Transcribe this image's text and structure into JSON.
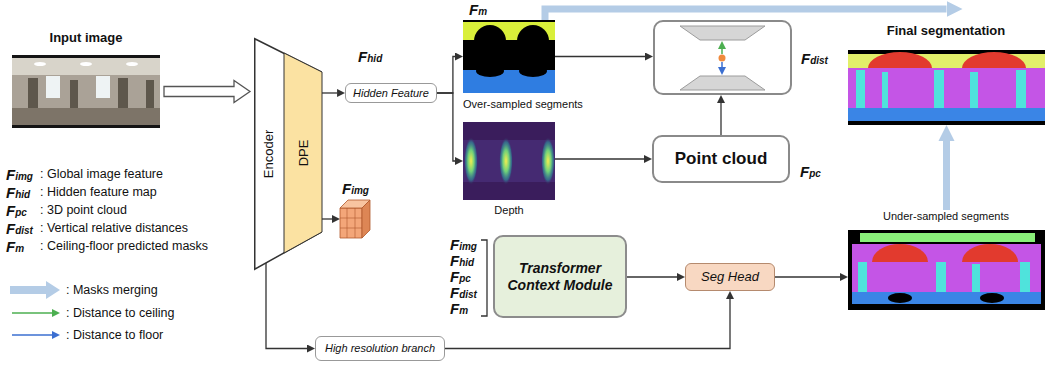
{
  "diagram": {
    "nodes": [
      {
        "text": [
          "Input image"
        ]
      },
      {
        "text": [
          "Encoder"
        ]
      },
      {
        "text": [
          "DPE"
        ],
        "in": 1
      },
      {
        "text": [
          "Fhid",
          "Hidden Feature"
        ]
      },
      {
        "text": [
          "Fimg"
        ]
      },
      {
        "text": [
          "Fm",
          "Over-sampled segments"
        ]
      },
      {
        "text": [
          "Depth"
        ]
      },
      {
        "text": [
          "Fdist"
        ]
      },
      {
        "text": [
          "Point cloud",
          "Fpc"
        ]
      },
      {
        "text": [
          "Final segmentation"
        ]
      },
      {
        "text": [
          "Transformer Context Module"
        ]
      },
      {
        "text": [
          "Seg Head"
        ]
      },
      {
        "text": [
          "Under-sampled segments"
        ]
      },
      {
        "text": [
          "High resolution branch"
        ]
      }
    ],
    "edges": [
      {
        "from": 0,
        "to": 1,
        "arrow": "to"
      },
      {
        "from": 1,
        "to": 3,
        "arrow": "to"
      },
      {
        "from": 1,
        "to": 4,
        "arrow": "to"
      },
      {
        "from": 3,
        "to": 5,
        "arrow": "to"
      },
      {
        "from": 3,
        "to": 6,
        "arrow": "to"
      },
      {
        "from": 5,
        "to": 7,
        "arrow": "to"
      },
      {
        "from": 6,
        "to": 8,
        "arrow": "to"
      },
      {
        "from": 8,
        "to": 7,
        "arrow": "to"
      },
      {
        "from": 5,
        "to": 9,
        "arrow": "to"
      },
      {
        "from": 10,
        "to": 11,
        "arrow": "to"
      },
      {
        "from": 1,
        "to": 13,
        "arrow": "to"
      },
      {
        "from": 13,
        "to": 11,
        "arrow": "to"
      },
      {
        "from": 11,
        "to": 12,
        "arrow": "to"
      },
      {
        "from": 12,
        "to": 9,
        "arrow": "to"
      }
    ],
    "labels": [
      "Fimg",
      ": Global image feature",
      "Fhid",
      ": Hidden feature map",
      "Fpc",
      ": 3D point cloud",
      "Fdist",
      ": Vertical relative distances",
      "Fm",
      ": Ceiling-floor predicted masks",
      "Fimg",
      "Fhid",
      "Fpc",
      "Fdist",
      "Fm"
    ],
    "legend": [
      {
        "text": ": Masks merging"
      },
      {
        "text": ": Distance to ceiling"
      },
      {
        "text": ": Distance to floor"
      }
    ]
  }
}
